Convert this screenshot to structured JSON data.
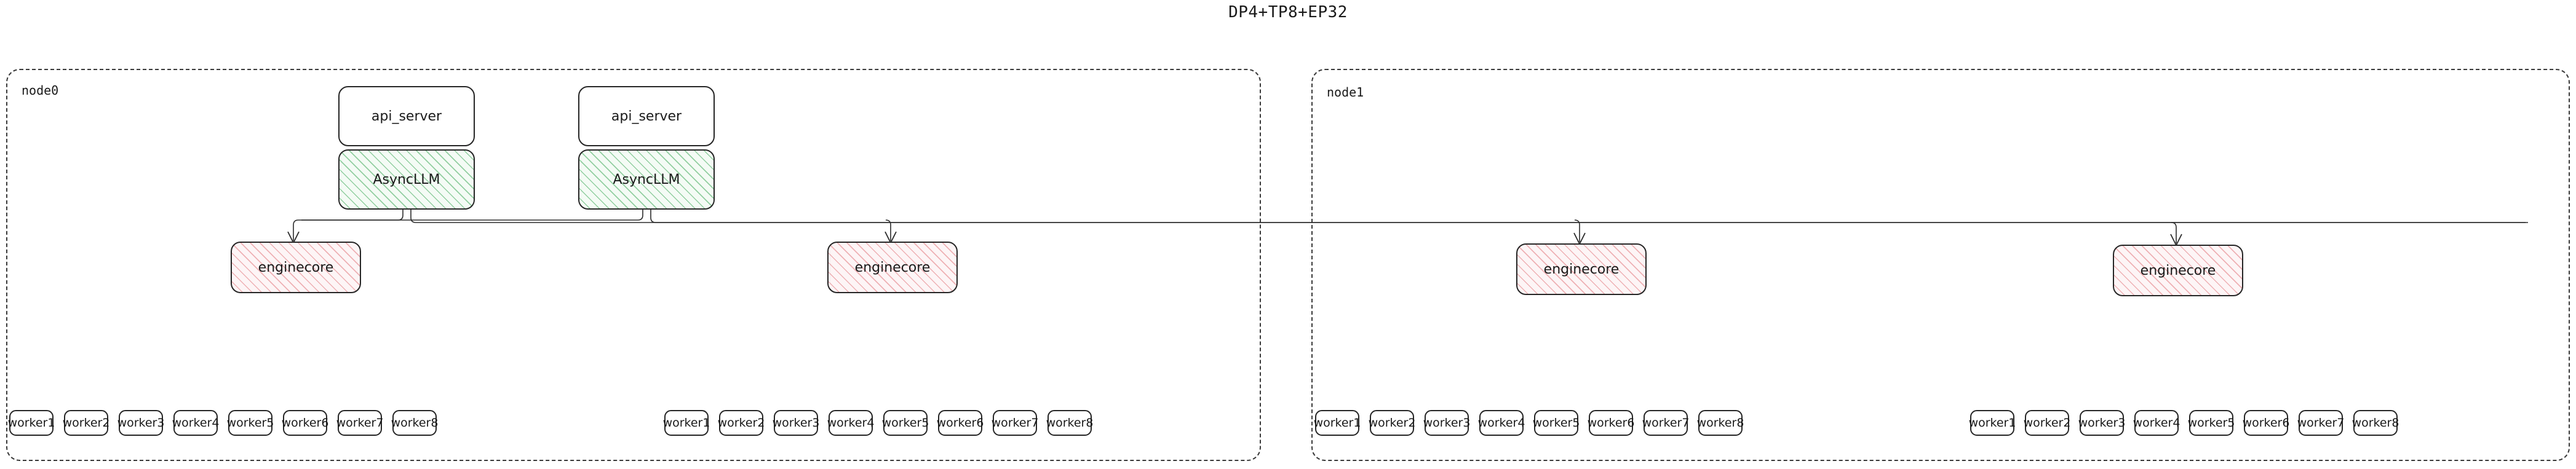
{
  "title": "DP4+TP8+EP32",
  "colors": {
    "background": "#ffffff",
    "stroke": "#262626",
    "cluster_border": "#3a3a3a",
    "asyncllm_hatch": "#40aa5a",
    "asyncllm_fill": "#f4fbf5",
    "enginecore_hatch": "#e2787d",
    "enginecore_fill": "#fdf5f6",
    "text": "#1a1a1a"
  },
  "clusters": [
    {
      "id": "node0",
      "label": "node0"
    },
    {
      "id": "node1",
      "label": "node1"
    }
  ],
  "api_servers": [
    {
      "id": "api_server_0",
      "label": "api_server"
    },
    {
      "id": "api_server_1",
      "label": "api_server"
    }
  ],
  "async_llms": [
    {
      "id": "asyncllm_0",
      "label": "AsyncLLM"
    },
    {
      "id": "asyncllm_1",
      "label": "AsyncLLM"
    }
  ],
  "enginecores": [
    {
      "id": "enginecore_0",
      "label": "enginecore"
    },
    {
      "id": "enginecore_1",
      "label": "enginecore"
    },
    {
      "id": "enginecore_2",
      "label": "enginecore"
    },
    {
      "id": "enginecore_3",
      "label": "enginecore"
    }
  ],
  "worker_groups": [
    {
      "id": "worker_group_0",
      "workers": [
        "worker1",
        "worker2",
        "worker3",
        "worker4",
        "worker5",
        "worker6",
        "worker7",
        "worker8"
      ]
    },
    {
      "id": "worker_group_1",
      "workers": [
        "worker1",
        "worker2",
        "worker3",
        "worker4",
        "worker5",
        "worker6",
        "worker7",
        "worker8"
      ]
    },
    {
      "id": "worker_group_2",
      "workers": [
        "worker1",
        "worker2",
        "worker3",
        "worker4",
        "worker5",
        "worker6",
        "worker7",
        "worker8"
      ]
    },
    {
      "id": "worker_group_3",
      "workers": [
        "worker1",
        "worker2",
        "worker3",
        "worker4",
        "worker5",
        "worker6",
        "worker7",
        "worker8"
      ]
    }
  ]
}
